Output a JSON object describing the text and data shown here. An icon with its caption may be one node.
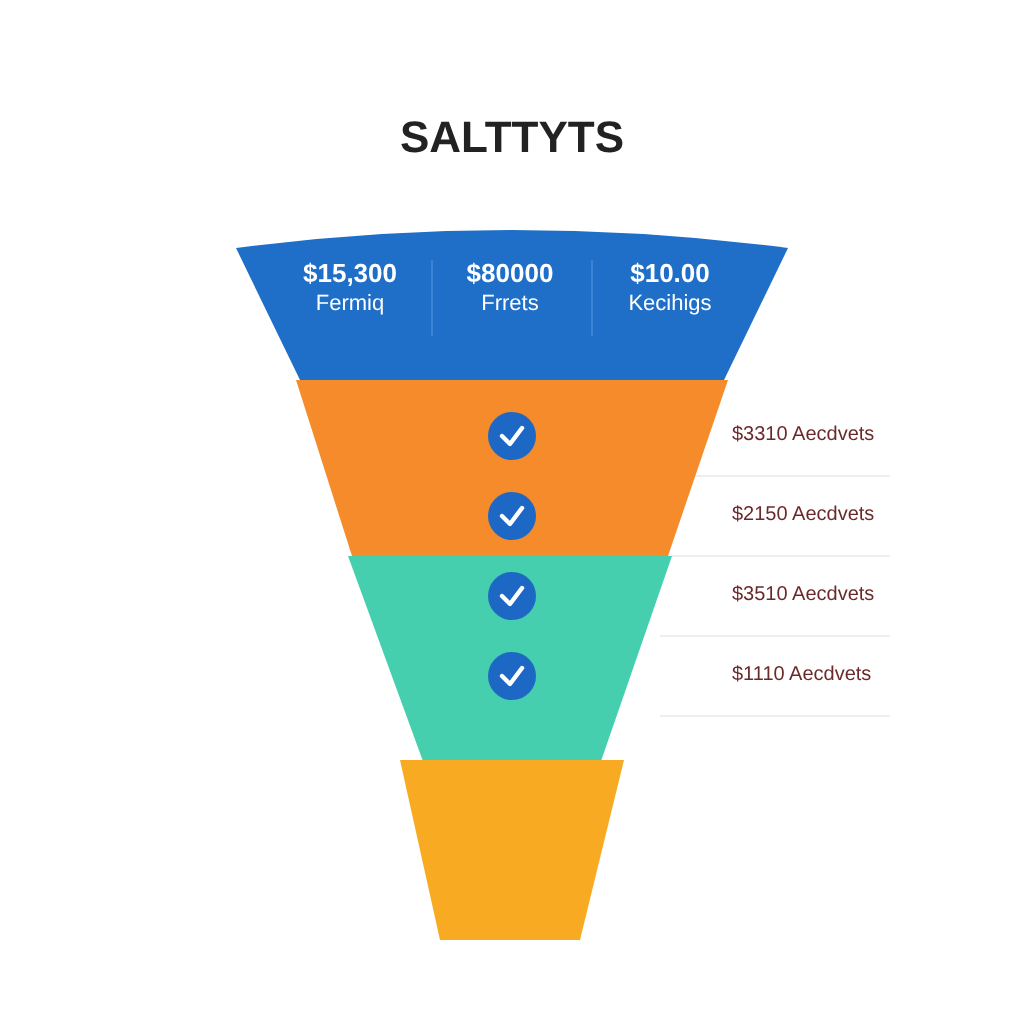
{
  "diagram": {
    "title": "SALTTYTS",
    "nodes": [
      {
        "text": [
          "**$15,300** Fermiq",
          "**$80000** Frrets",
          "**$10.00** Kecihigs"
        ]
      },
      {
        "text": [],
        "shape": "bar"
      },
      {
        "text": [],
        "shape": "bar"
      },
      {
        "text": [],
        "shape": "bar"
      }
    ],
    "labels": [
      "$3310 Aecdvets",
      "$2150 Aecdvets",
      "$3510 Aecdvets",
      "$1110 Aecdvets"
    ]
  }
}
